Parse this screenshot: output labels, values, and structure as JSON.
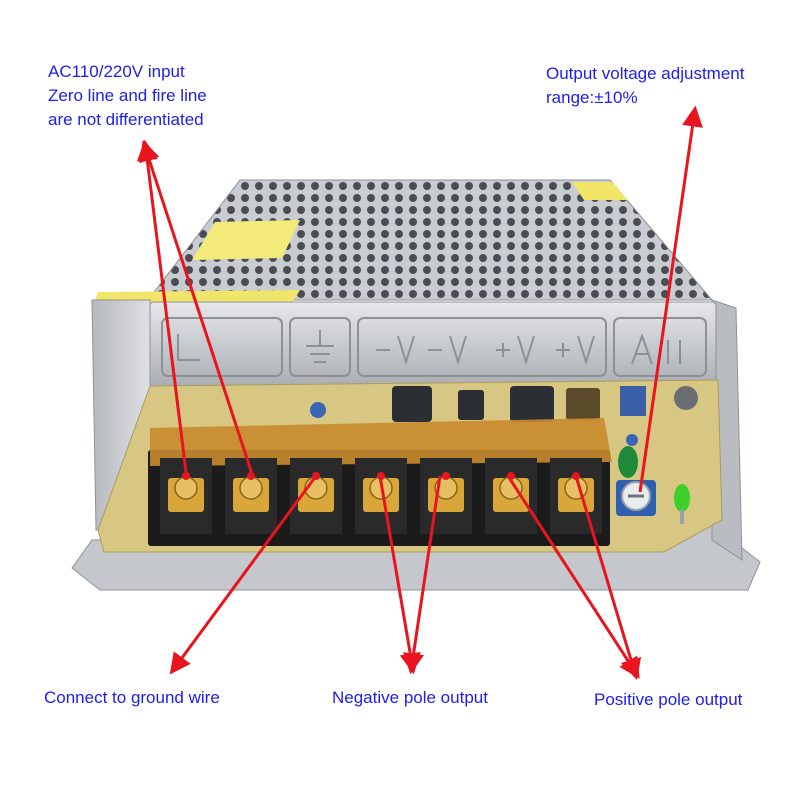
{
  "annotations": {
    "ac_input": {
      "lines": [
        "AC110/220V input",
        "Zero line and fire line",
        "are not differentiated"
      ]
    },
    "voltage_adjustment": {
      "lines": [
        "Output voltage adjustment",
        "range:±10%"
      ]
    },
    "ground": {
      "text": "Connect to ground wire"
    },
    "negative": {
      "text": "Negative pole output"
    },
    "positive": {
      "text": "Positive pole output"
    }
  },
  "colors": {
    "label_text": "#1d1df0",
    "arrow": "#e8141e",
    "metal_case": "#cfd2d5",
    "terminal_block": "#1b1b1b",
    "terminal_cover": "#c98a2e",
    "screw_brass": "#d9a63a",
    "pcb": "#d7c783"
  },
  "icons": {
    "terminal_screws": [
      "screw-icon",
      "screw-icon",
      "screw-icon",
      "screw-icon",
      "screw-icon",
      "screw-icon",
      "screw-icon"
    ],
    "adjustment_potentiometer": "potentiometer-icon",
    "indicator_led": "led-icon"
  }
}
